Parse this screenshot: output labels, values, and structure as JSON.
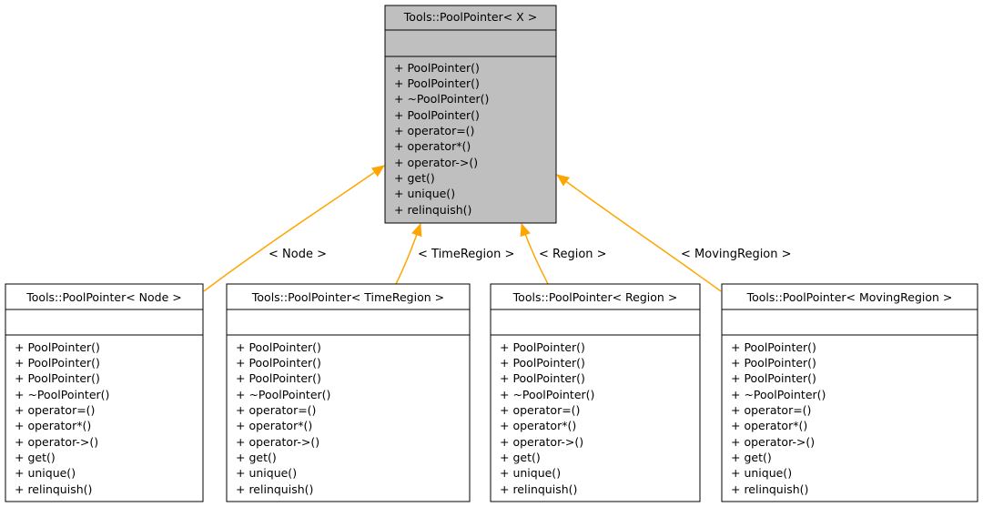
{
  "diagram": {
    "colors": {
      "base_fill": "#bfbfbf",
      "node_fill": "#ffffff",
      "border": "#000000",
      "edge": "#ffa500"
    },
    "base": {
      "name": "Tools::PoolPointer< X >",
      "methods": [
        "+ PoolPointer()",
        "+ PoolPointer()",
        "+ ~PoolPointer()",
        "+ PoolPointer()",
        "+ operator=()",
        "+ operator*()",
        "+ operator->()",
        "+ get()",
        "+ unique()",
        "+ relinquish()"
      ]
    },
    "derived": [
      {
        "name": "Tools::PoolPointer< Node >",
        "edge_label": "< Node >",
        "methods": [
          "+ PoolPointer()",
          "+ PoolPointer()",
          "+ PoolPointer()",
          "+ ~PoolPointer()",
          "+ operator=()",
          "+ operator*()",
          "+ operator->()",
          "+ get()",
          "+ unique()",
          "+ relinquish()"
        ]
      },
      {
        "name": "Tools::PoolPointer< TimeRegion >",
        "edge_label": "< TimeRegion >",
        "methods": [
          "+ PoolPointer()",
          "+ PoolPointer()",
          "+ PoolPointer()",
          "+ ~PoolPointer()",
          "+ operator=()",
          "+ operator*()",
          "+ operator->()",
          "+ get()",
          "+ unique()",
          "+ relinquish()"
        ]
      },
      {
        "name": "Tools::PoolPointer< Region >",
        "edge_label": "< Region >",
        "methods": [
          "+ PoolPointer()",
          "+ PoolPointer()",
          "+ PoolPointer()",
          "+ ~PoolPointer()",
          "+ operator=()",
          "+ operator*()",
          "+ operator->()",
          "+ get()",
          "+ unique()",
          "+ relinquish()"
        ]
      },
      {
        "name": "Tools::PoolPointer< MovingRegion >",
        "edge_label": "< MovingRegion >",
        "methods": [
          "+ PoolPointer()",
          "+ PoolPointer()",
          "+ PoolPointer()",
          "+ ~PoolPointer()",
          "+ operator=()",
          "+ operator*()",
          "+ operator->()",
          "+ get()",
          "+ unique()",
          "+ relinquish()"
        ]
      }
    ]
  }
}
